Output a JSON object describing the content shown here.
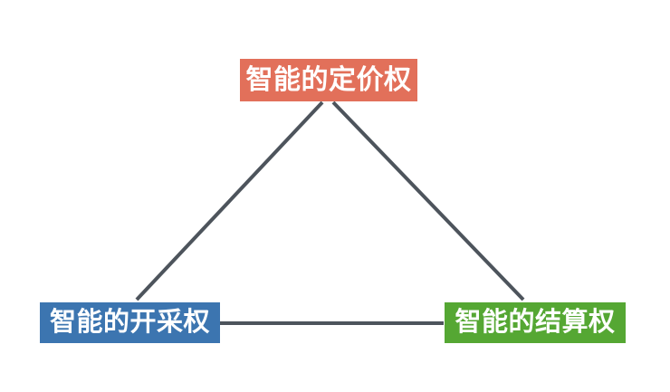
{
  "diagram": {
    "type": "triangle-relationship",
    "background_color": "#ffffff",
    "edge_color": "#4d545c",
    "edge_width": 4,
    "nodes": [
      {
        "id": "pricing",
        "label": "智能的定价权",
        "color": "#e2705a",
        "text_color": "#ffffff",
        "position": "top"
      },
      {
        "id": "mining",
        "label": "智能的开采权",
        "color": "#3c75b0",
        "text_color": "#ffffff",
        "position": "bottom-left"
      },
      {
        "id": "settlement",
        "label": "智能的结算权",
        "color": "#55a733",
        "text_color": "#ffffff",
        "position": "bottom-right"
      }
    ],
    "edges": [
      {
        "id": "pricing-mining",
        "from": "pricing",
        "to": "mining"
      },
      {
        "id": "pricing-settlement",
        "from": "pricing",
        "to": "settlement"
      },
      {
        "id": "mining-settlement",
        "from": "mining",
        "to": "settlement"
      }
    ]
  }
}
